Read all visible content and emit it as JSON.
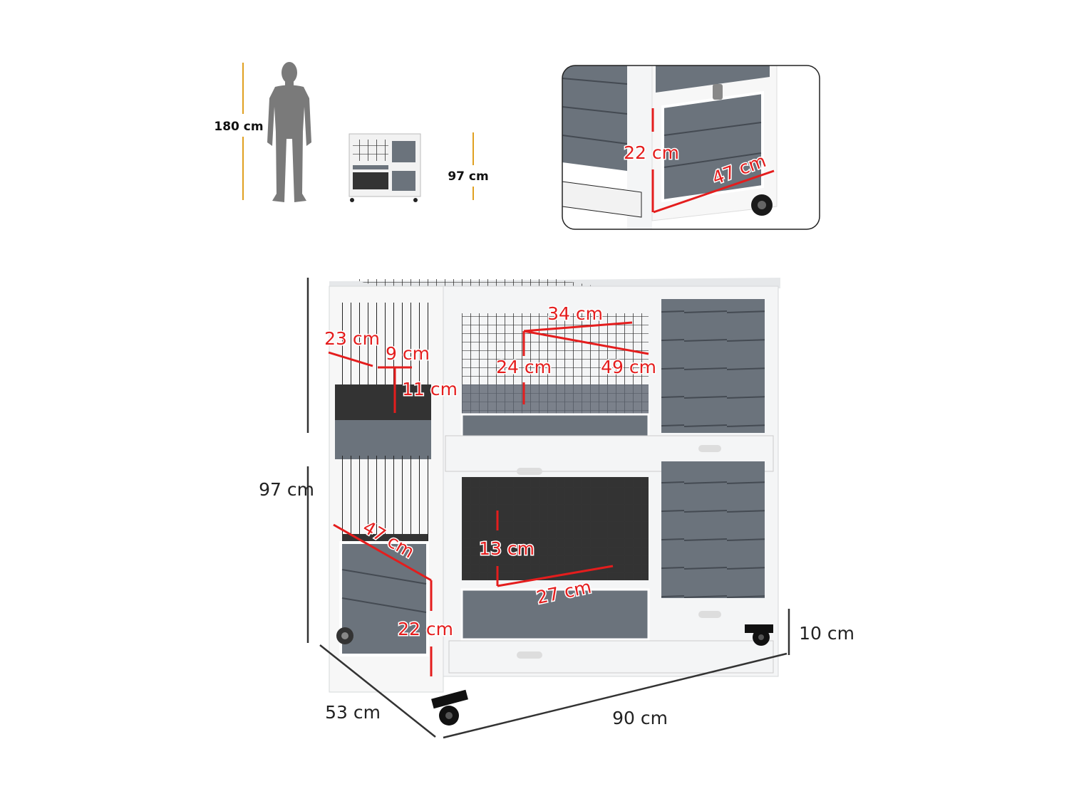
{
  "scale_comparison": {
    "person_height": "180 cm",
    "product_height": "97 cm",
    "guide_color": "#e0a020"
  },
  "inset_detail": {
    "door_height": "22 cm",
    "door_width": "47 cm"
  },
  "main_view": {
    "overall_height": "97 cm",
    "overall_depth": "53 cm",
    "overall_width": "90 cm",
    "wheel_clearance": "10 cm",
    "upper_tier": {
      "hay_rack_width": "23 cm",
      "hay_rack_depth": "9 cm",
      "hay_rack_height": "11 cm",
      "door_width": "34 cm",
      "door_height": "24 cm",
      "door_diagonal": "49 cm"
    },
    "lower_tier": {
      "side_door_width": "47 cm",
      "side_door_height": "22 cm",
      "front_door_height": "13 cm",
      "front_door_width": "27 cm"
    }
  },
  "colors": {
    "annotation_red": "#e41d1d",
    "panel_grey": "#6b737c",
    "frame_white": "#f4f5f6",
    "dimension_line": "#333333"
  }
}
